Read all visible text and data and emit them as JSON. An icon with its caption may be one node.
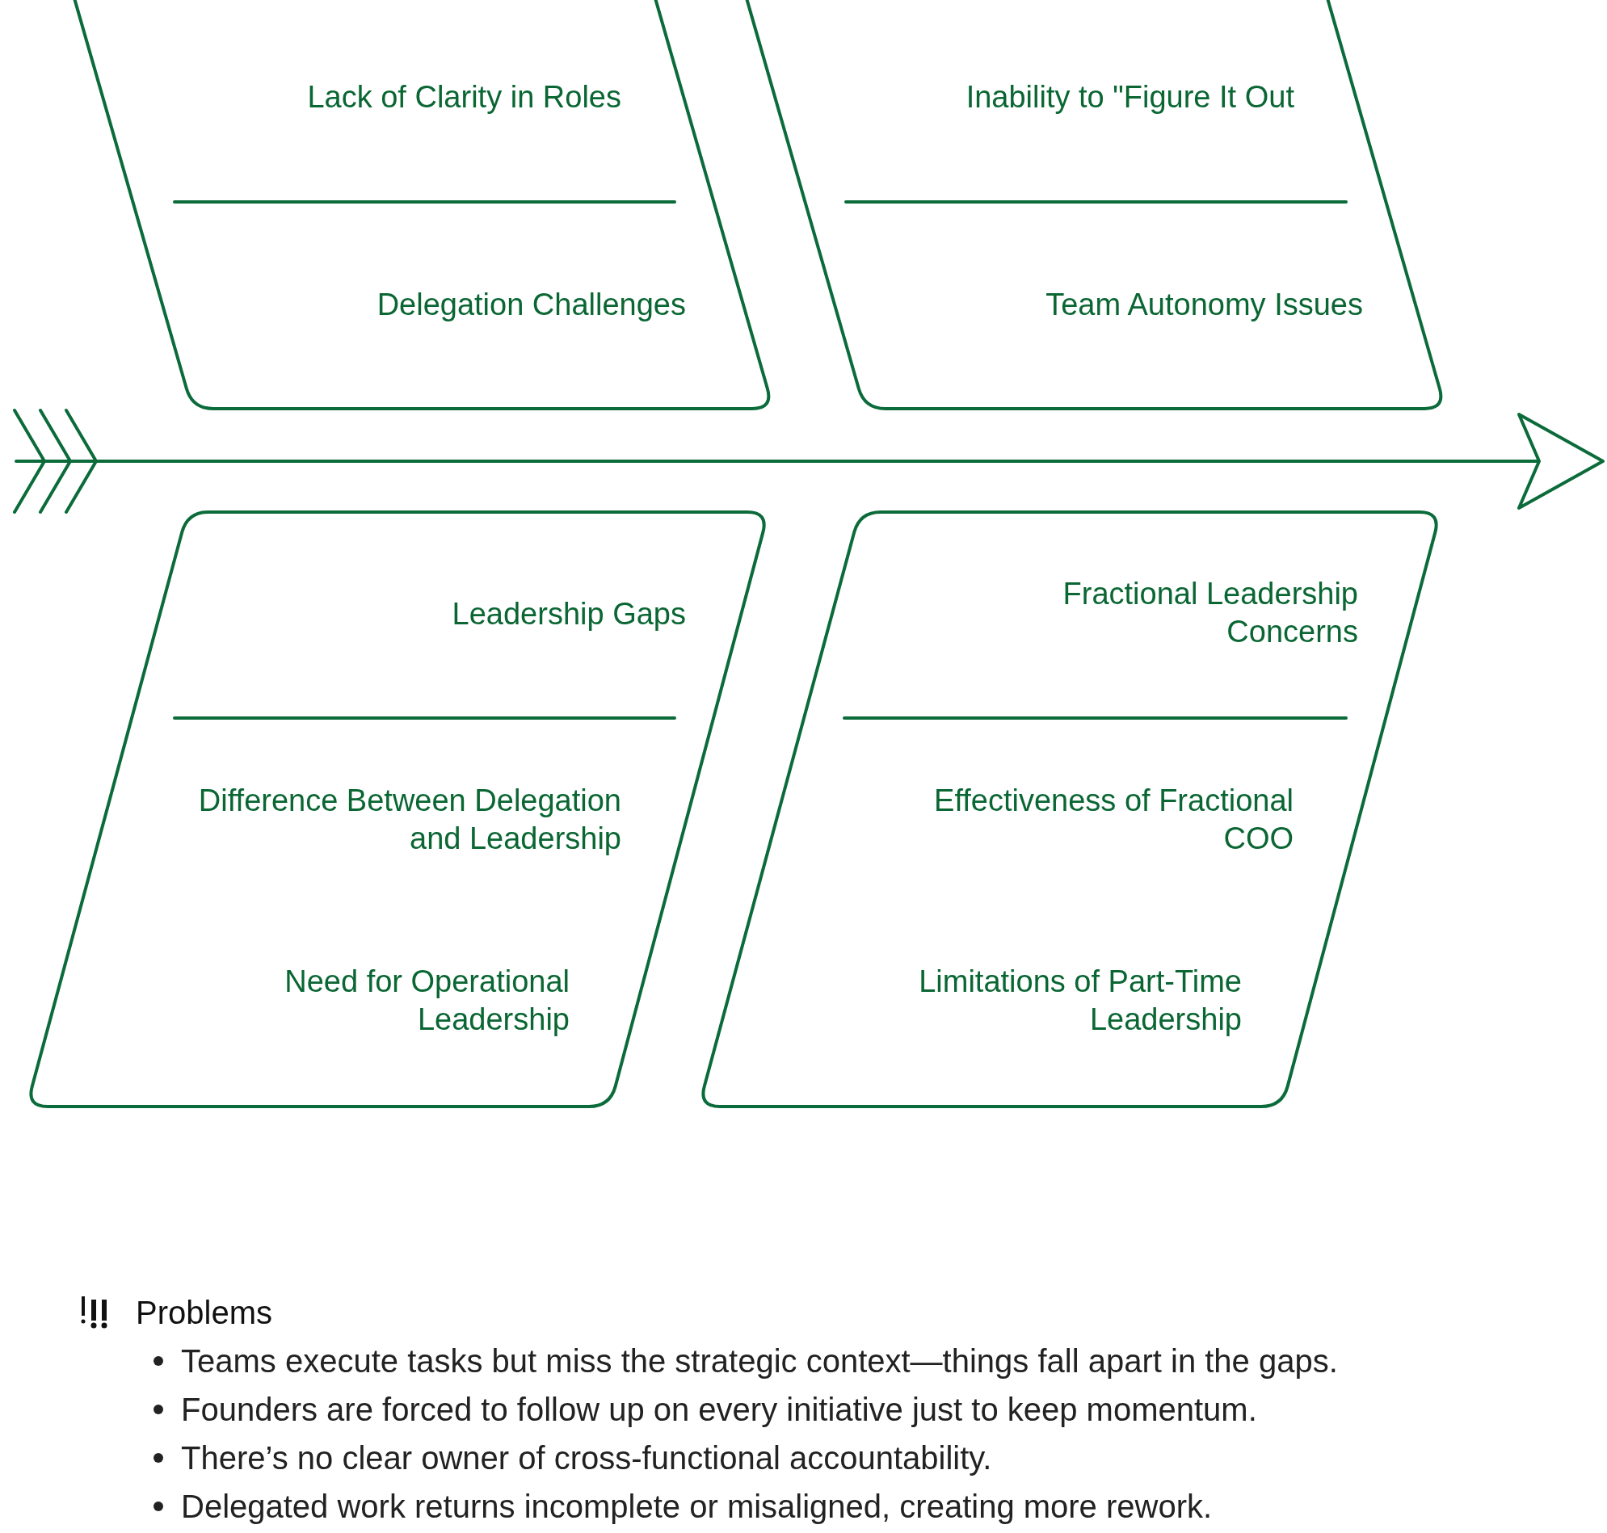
{
  "diagram": {
    "nodes": [
      {
        "text": [
          "Lack of Clarity in Roles",
          "Delegation Challenges"
        ]
      },
      {
        "text": [
          "Inability to \"Figure It Out",
          "Team Autonomy Issues"
        ]
      },
      {
        "text": [
          "Leadership Gaps",
          "Difference Between Delegation and Leadership",
          "Need for Operational Leadership"
        ]
      },
      {
        "text": [
          "Fractional Leadership Concerns",
          "Effectiveness of Fractional COO",
          "Limitations of Part-Time Leadership"
        ]
      }
    ],
    "labels": [
      "Problems",
      "Teams execute tasks but miss the strategic context—things fall apart in the gaps.",
      "Founders are forced to follow up on every initiative just to keep momentum.",
      "There’s no clear owner of cross-functional accountability.",
      "Delegated work returns incomplete or misaligned, creating more rework."
    ]
  }
}
